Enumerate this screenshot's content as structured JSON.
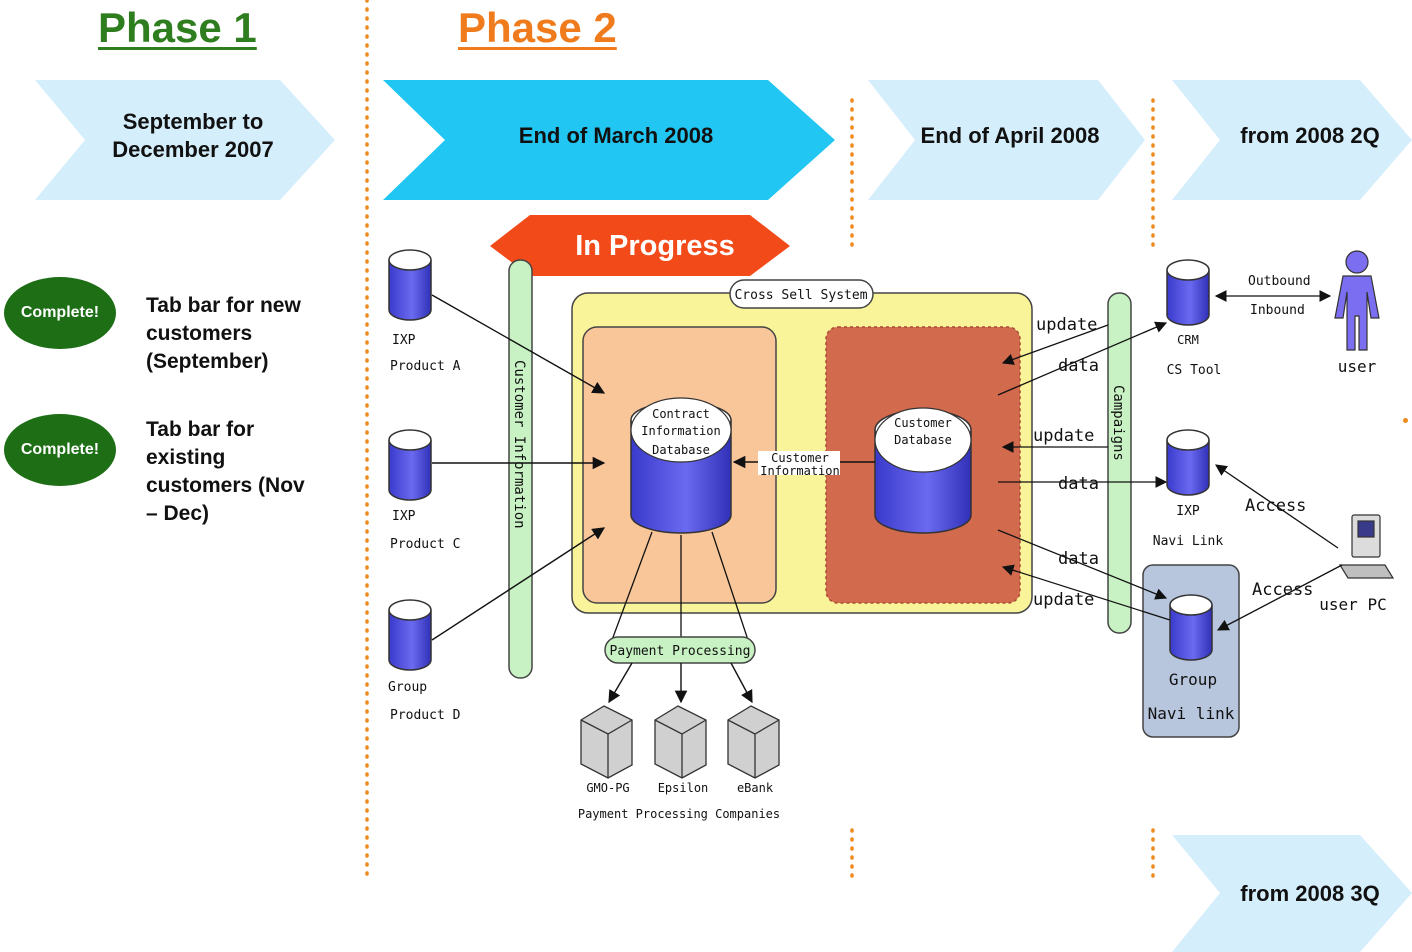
{
  "phases": {
    "phase1": {
      "title": "Phase 1",
      "color": "#2e7d1e"
    },
    "phase2": {
      "title": "Phase 2",
      "color": "#f07b1c"
    }
  },
  "timeline": {
    "p1": "September to December 2007",
    "p2": "End of March 2008",
    "p3": "End of April 2008",
    "p4": "from 2008 2Q",
    "p5": "from 2008 3Q"
  },
  "status": {
    "in_progress": "In Progress",
    "complete_label": "Complete!"
  },
  "phase1_items": [
    {
      "badge": "Complete!",
      "text": "Tab bar for new customers (September)"
    },
    {
      "badge": "Complete!",
      "text": "Tab bar for existing customers (Nov – Dec)"
    }
  ],
  "diagram": {
    "sources": [
      {
        "line1": "IXP",
        "line2": "Product A"
      },
      {
        "line1": "IXP",
        "line2": "Product C"
      },
      {
        "line1": "Group",
        "line2": "Product D"
      }
    ],
    "customer_information_bus": "Customer Information",
    "cross_sell_system": "Cross Sell System",
    "contract_db": [
      "Contract",
      "Information",
      "Database"
    ],
    "customer_db": [
      "Customer",
      "Database"
    ],
    "customer_information_link": [
      "Customer",
      "Information"
    ],
    "payment_processing_label": "Payment Processing",
    "payment_vendors": [
      "GMO-PG",
      "Epsilon",
      "eBank"
    ],
    "payment_caption": "Payment Processing Companies",
    "campaigns_bus": "Campaigns",
    "flow_labels": [
      "update",
      "data",
      "update",
      "data",
      "data",
      "update"
    ],
    "targets": [
      {
        "line1": "CRM",
        "line2": "CS Tool"
      },
      {
        "line1": "IXP",
        "line2": "Navi Link"
      },
      {
        "line1": "Group",
        "line2": "Navi link"
      }
    ],
    "outbound": "Outbound",
    "inbound": "Inbound",
    "user": "user",
    "access": "Access",
    "user_pc": "user PC"
  },
  "colors": {
    "chevron_light": "#d5eefc",
    "chevron_active": "#21c6f2",
    "badge": "#1e6e16",
    "in_progress": "#f34a1a",
    "bus": "#c9f2c4",
    "cross_sell_bg": "#f9f49a",
    "contract_bg": "#f9c69a",
    "customer_bg": "#d26a4e",
    "db_blue": "#4c4ce0",
    "group_box": "#b7c6dd",
    "divider": "#f08a1c"
  }
}
